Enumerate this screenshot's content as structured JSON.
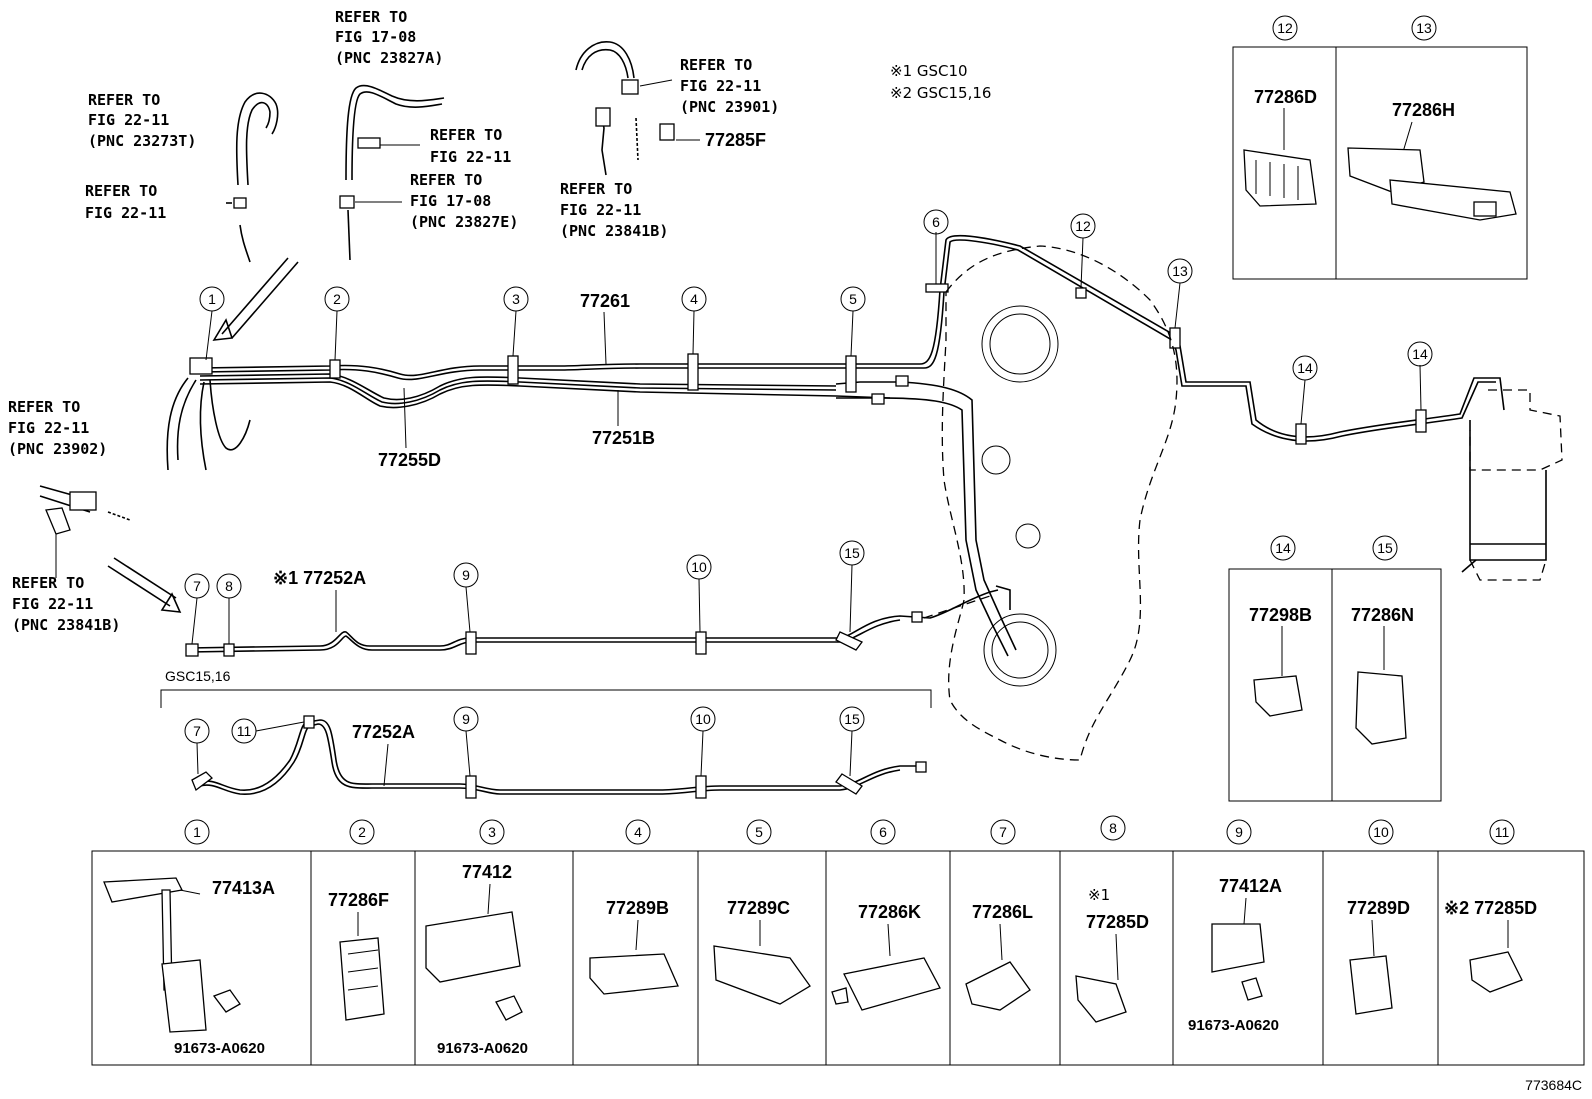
{
  "refs": {
    "r1": [
      "REFER TO",
      "FIG 17-08",
      "(PNC 23827A)"
    ],
    "r2": [
      "REFER TO",
      "FIG 22-11",
      "(PNC 23901)"
    ],
    "r3": [
      "REFER TO",
      "FIG 22-11",
      "(PNC 23273T)"
    ],
    "r4": [
      "REFER TO",
      "FIG 22-11"
    ],
    "r5": [
      "REFER TO",
      "FIG 22-11"
    ],
    "r6": [
      "REFER TO",
      "FIG 17-08",
      "(PNC 23827E)"
    ],
    "r7": [
      "REFER TO",
      "FIG 22-11",
      "(PNC 23841B)"
    ],
    "r8": [
      "REFER TO",
      "FIG 22-11",
      "(PNC 23902)"
    ],
    "r9": [
      "REFER TO",
      "FIG 22-11",
      "(PNC 23841B)"
    ]
  },
  "notes": {
    "n1": "※1 GSC10",
    "n2": "※2 GSC15,16",
    "variant_label": "GSC15,16"
  },
  "part_labels": {
    "p77285F": "77285F",
    "p77261": "77261",
    "p77255D": "77255D",
    "p77251B": "77251B",
    "p77252A_1": "※1 77252A",
    "p77252A_2": "77252A"
  },
  "callouts": {
    "c1": "1",
    "c2": "2",
    "c3": "3",
    "c4": "4",
    "c5": "5",
    "c6": "6",
    "c7": "7",
    "c8": "8",
    "c9": "9",
    "c10": "10",
    "c11": "11",
    "c12": "12",
    "c13": "13",
    "c14": "14",
    "c15": "15"
  },
  "inset_top": {
    "left": {
      "num": "12",
      "part": "77286D"
    },
    "right": {
      "num": "13",
      "part": "77286H"
    }
  },
  "inset_mid": {
    "left": {
      "num": "14",
      "part": "77298B"
    },
    "right": {
      "num": "15",
      "part": "77286N"
    }
  },
  "bottom_table": [
    {
      "num": "1",
      "parts": [
        "77413A",
        "91673-A0620"
      ]
    },
    {
      "num": "2",
      "parts": [
        "77286F"
      ]
    },
    {
      "num": "3",
      "parts": [
        "77412",
        "91673-A0620"
      ]
    },
    {
      "num": "4",
      "parts": [
        "77289B"
      ]
    },
    {
      "num": "5",
      "parts": [
        "77289C"
      ]
    },
    {
      "num": "6",
      "parts": [
        "77286K"
      ]
    },
    {
      "num": "7",
      "parts": [
        "77286L"
      ]
    },
    {
      "num": "8",
      "parts": [
        "※1",
        "77285D"
      ]
    },
    {
      "num": "9",
      "parts": [
        "77412A",
        "91673-A0620"
      ]
    },
    {
      "num": "10",
      "parts": [
        "77289D"
      ]
    },
    {
      "num": "11",
      "parts": [
        "※2 77285D"
      ]
    }
  ],
  "figure_id": "773684C"
}
